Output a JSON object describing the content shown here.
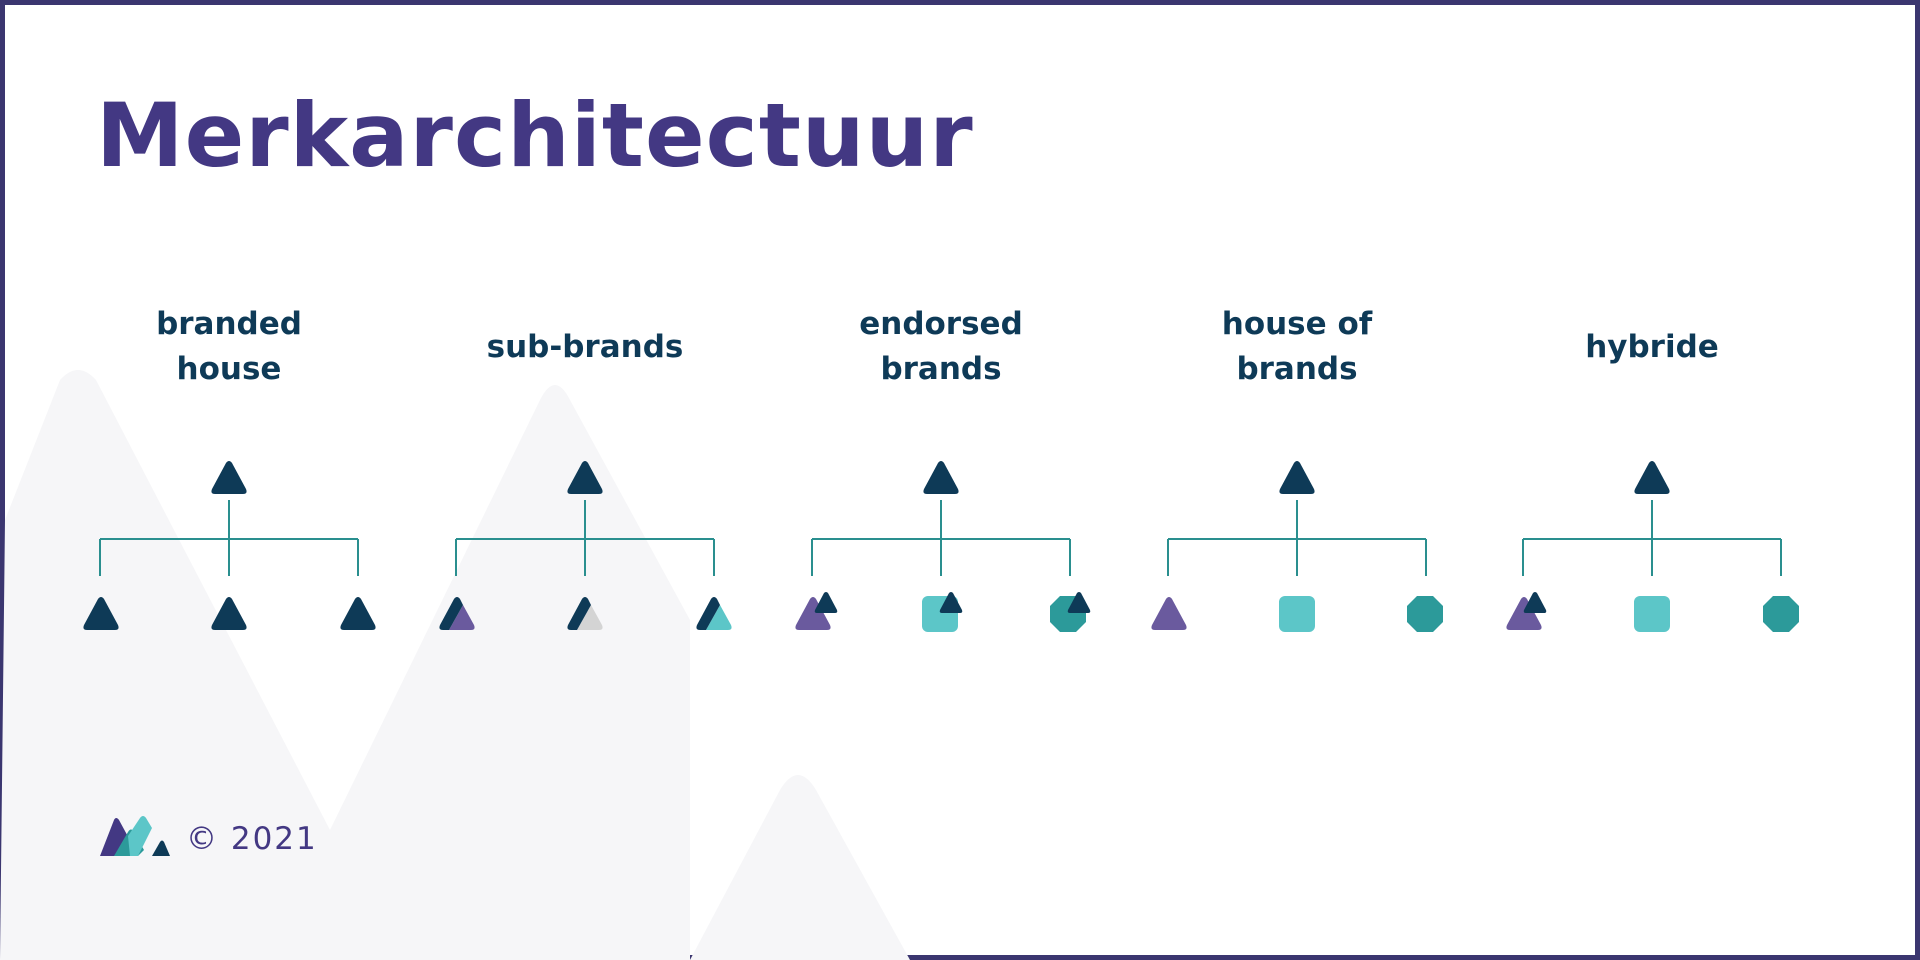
{
  "title": "Merkarchitectuur",
  "colors": {
    "frame": "#3b3670",
    "title": "#433883",
    "navy": "#0e3a57",
    "purple": "#6a5a9e",
    "teal_light": "#5cc6c8",
    "teal_dark": "#2c9a9a",
    "grey": "#d4d4d4",
    "line": "#2a8f8f",
    "background_shape": "#f6f6f8"
  },
  "architectures": [
    {
      "label": "branded\nhouse",
      "parent": "navy-triangle-icon",
      "children": [
        "navy-triangle-icon",
        "navy-triangle-icon",
        "navy-triangle-icon"
      ]
    },
    {
      "label": "sub-brands",
      "parent": "navy-triangle-icon",
      "children": [
        "navy-purple-split-triangle-icon",
        "navy-grey-split-triangle-icon",
        "navy-teal-split-triangle-icon"
      ]
    },
    {
      "label": "endorsed\nbrands",
      "parent": "navy-triangle-icon",
      "children": [
        "purple-triangle-with-navy-badge-icon",
        "teal-square-with-navy-badge-icon",
        "teal-octagon-with-navy-badge-icon"
      ]
    },
    {
      "label": "house of\nbrands",
      "parent": "navy-triangle-icon",
      "children": [
        "purple-triangle-icon",
        "teal-square-icon",
        "teal-octagon-icon"
      ]
    },
    {
      "label": "hybride",
      "parent": "navy-triangle-icon",
      "children": [
        "purple-triangle-with-navy-badge-icon",
        "teal-square-icon",
        "teal-octagon-icon"
      ]
    }
  ],
  "footer": {
    "logo": "company-logo",
    "copyright": "© 2021"
  }
}
